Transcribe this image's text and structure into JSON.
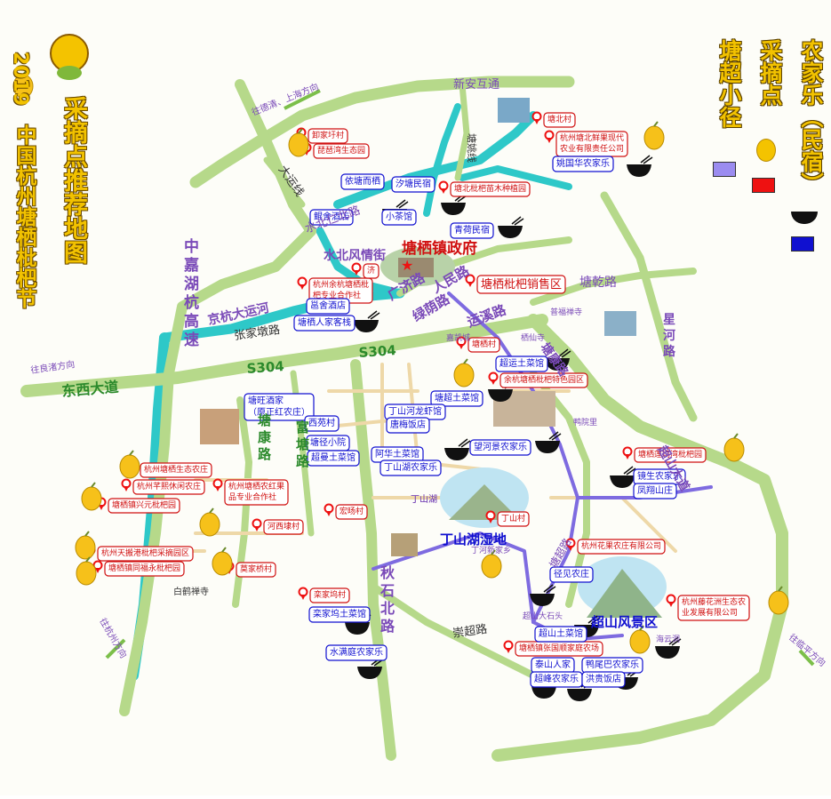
{
  "title": {
    "subject": "采摘点推荐地图",
    "event_year": "2019",
    "event": "中国杭州塘栖枇杷节"
  },
  "legend": {
    "items": [
      {
        "label": "塘超小径",
        "color": "#9b8cf0"
      },
      {
        "label": "采摘点",
        "color": "#ee1111"
      },
      {
        "label": "农家乐（民宿）",
        "color": "#1010d0"
      }
    ]
  },
  "colors": {
    "road": "#b6d98a",
    "river": "#2ec8c8",
    "trail": "#7e6be0",
    "pick_pin": "#ee1111",
    "farm_label": "#1010d0"
  },
  "directions": [
    {
      "label": "往德清、上海方向"
    },
    {
      "label": "往良渚方向"
    },
    {
      "label": "往杭州方向"
    },
    {
      "label": "往临平方向"
    }
  ],
  "roads": [
    {
      "label": "新安互通"
    },
    {
      "label": "东西大道"
    },
    {
      "label": "S304"
    },
    {
      "label": "S304"
    },
    {
      "label": "京杭大运河"
    },
    {
      "label": "张家墩路"
    },
    {
      "label": "中嘉湖杭高速"
    },
    {
      "label": "塘康路"
    },
    {
      "label": "富塘路"
    },
    {
      "label": "秋石北路"
    },
    {
      "label": "崇超路"
    },
    {
      "label": "运溪路"
    },
    {
      "label": "塘乾路"
    },
    {
      "label": "星河路"
    },
    {
      "label": "广济路"
    },
    {
      "label": "人民路"
    },
    {
      "label": "绿荫路"
    },
    {
      "label": "水北仁北路"
    },
    {
      "label": "塘康路"
    },
    {
      "label": "超山大道"
    },
    {
      "label": "大运线"
    },
    {
      "label": "塘姚线"
    },
    {
      "label": "丁山湖"
    },
    {
      "label": "塘超路"
    }
  ],
  "places": [
    {
      "label": "塘栖镇政府"
    },
    {
      "label": "水北风情街"
    },
    {
      "label": "丁山湖湿地"
    },
    {
      "label": "超山风景区"
    },
    {
      "label": "白鹤禅寺"
    },
    {
      "label": "丁山湖"
    },
    {
      "label": "丁河新家乡"
    },
    {
      "label": "嘉凯城"
    },
    {
      "label": "超山大石头"
    },
    {
      "label": "海云洞"
    },
    {
      "label": "鸭院里"
    },
    {
      "label": "栖仙寺"
    },
    {
      "label": "普福禅寺"
    }
  ],
  "farm_stays": [
    {
      "label": "依塘而栖"
    },
    {
      "label": "汐塘民宿"
    },
    {
      "label": "小茶馆"
    },
    {
      "label": "青荷民宿"
    },
    {
      "label": "塘栖人家客栈"
    },
    {
      "label": "鲲舍酒店"
    },
    {
      "label": "邕舍酒店"
    },
    {
      "label": "姚国华农家乐"
    },
    {
      "label": "超运土菜馆"
    },
    {
      "label": "塘超土菜馆"
    },
    {
      "label": "丁山河龙虾馆"
    },
    {
      "label": "唐梅饭店"
    },
    {
      "label": "塘旺酒家（原正红农庄）"
    },
    {
      "label": "西苑村"
    },
    {
      "label": "塘径小院"
    },
    {
      "label": "超曼土菜馆"
    },
    {
      "label": "阿华土菜馆"
    },
    {
      "label": "丁山湖农家乐"
    },
    {
      "label": "望河景农家乐"
    },
    {
      "label": "镜生农家乐"
    },
    {
      "label": "凤翔山庄"
    },
    {
      "label": "径见农庄"
    },
    {
      "label": "超山土菜馆"
    },
    {
      "label": "泰山人家"
    },
    {
      "label": "鸭尾巴农家乐"
    },
    {
      "label": "超峰农家乐"
    },
    {
      "label": "洪贵饭店"
    },
    {
      "label": "栾家坞土菜馆"
    },
    {
      "label": "水满庭农家乐"
    }
  ],
  "picking_points": [
    {
      "label": "卸家圩村"
    },
    {
      "label": "琵琶湾生态园"
    },
    {
      "label": "塘北村"
    },
    {
      "label": "杭州塘北鲜果现代农业有限责任公司"
    },
    {
      "label": "塘北枇杷苗木种植园"
    },
    {
      "label": "杭州余杭塘栖枇杷专业合作社"
    },
    {
      "label": "塘栖枇杷销售区"
    },
    {
      "label": "余杭塘栖枇杷特色园区"
    },
    {
      "label": "杭州塘栖生态农庄"
    },
    {
      "label": "杭州芊熙休闲农庄"
    },
    {
      "label": "杭州塘栖农红果品专业合作社"
    },
    {
      "label": "塘栖镇兴元枇杷园"
    },
    {
      "label": "杭州天搬港枇杷采摘园区"
    },
    {
      "label": "塘栖镇同福永枇杷园"
    },
    {
      "label": "河西埭村"
    },
    {
      "label": "莫家桥村"
    },
    {
      "label": "宏旸村"
    },
    {
      "label": "塘栖莲坞湾枇杷园"
    },
    {
      "label": "塘栖村"
    },
    {
      "label": "丁山村"
    },
    {
      "label": "杭州花果农庄有限公司"
    },
    {
      "label": "杭州藤花洲生态农业发展有限公司"
    },
    {
      "label": "栾家坞村"
    },
    {
      "label": "塘栖镇张国顺家庭农场"
    },
    {
      "label": "济"
    }
  ]
}
